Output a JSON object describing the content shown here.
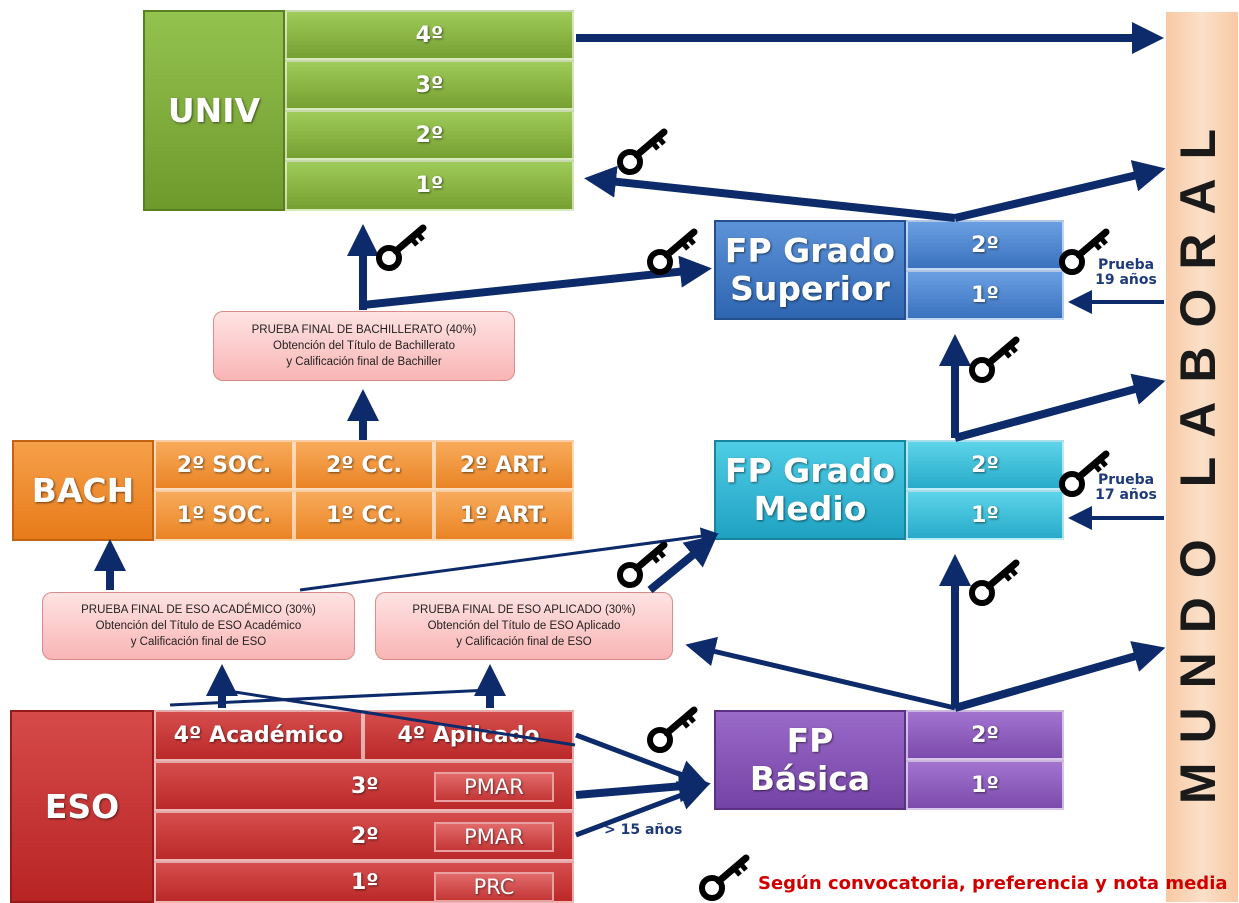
{
  "univ": {
    "title": "UNIV",
    "courses": [
      "4º",
      "3º",
      "2º",
      "1º"
    ]
  },
  "bach": {
    "title": "BACH",
    "row2": [
      "2º SOC.",
      "2º CC.",
      "2º ART."
    ],
    "row1": [
      "1º SOC.",
      "1º CC.",
      "1º ART."
    ]
  },
  "eso": {
    "title": "ESO",
    "cuarto_academico": "4º Académico",
    "cuarto_aplicado": "4º Aplicado",
    "rows": [
      {
        "course": "3º",
        "program": "PMAR"
      },
      {
        "course": "2º",
        "program": "PMAR"
      },
      {
        "course": "1º",
        "program": "PRC"
      }
    ]
  },
  "fp_superior": {
    "title_line1": "FP Grado",
    "title_line2": "Superior",
    "courses": [
      "2º",
      "1º"
    ]
  },
  "fp_medio": {
    "title_line1": "FP Grado",
    "title_line2": "Medio",
    "courses": [
      "2º",
      "1º"
    ]
  },
  "fp_basica": {
    "title_line1": "FP",
    "title_line2": "Básica",
    "courses": [
      "2º",
      "1º"
    ]
  },
  "prueba_bach": {
    "line1": "PRUEBA FINAL DE BACHILLERATO (40%)",
    "line2": "Obtención del Título de Bachillerato",
    "line3": "y Calificación final de Bachiller"
  },
  "prueba_eso_academico": {
    "line1": "PRUEBA FINAL DE ESO ACADÉMICO (30%)",
    "line2": "Obtención del Título de ESO Académico",
    "line3": "y Calificación final de ESO"
  },
  "prueba_eso_aplicado": {
    "line1": "PRUEBA FINAL DE ESO APLICADO  (30%)",
    "line2": "Obtención del Título de ESO Aplicado",
    "line3": "y Calificación final de ESO"
  },
  "prueba_19": {
    "line1": "Prueba",
    "line2": "19 años"
  },
  "prueba_17": {
    "line1": "Prueba",
    "line2": "17 años"
  },
  "edad_15": "> 15 años",
  "mundo_laboral": "MUNDO  LABORAL",
  "legend": "Según convocatoria, preferencia y nota media",
  "colors": {
    "arrow": "#0d2a6b",
    "univ": "#7fae3a",
    "bach": "#ef8c2a",
    "eso": "#c53030",
    "fp_superior": "#3d74c0",
    "fp_medio": "#2bb3d0",
    "fp_basica": "#7f4fb0",
    "legend_text": "#d00000"
  }
}
